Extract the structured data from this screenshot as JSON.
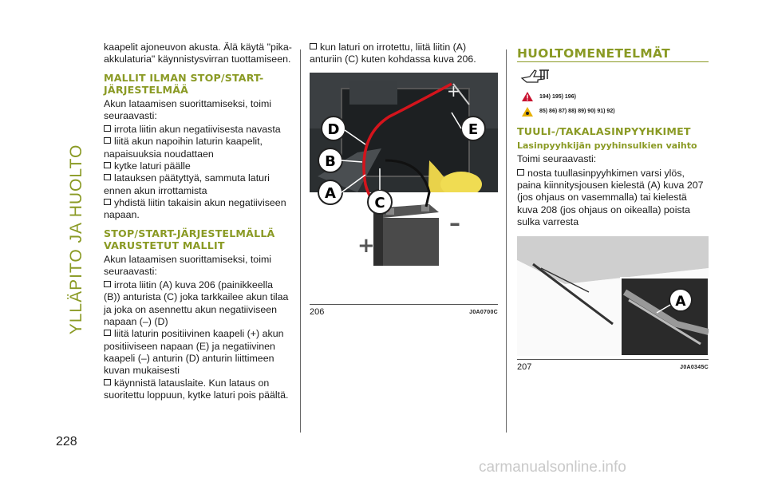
{
  "chapter_title": "YLLÄPITO JA HUOLTO",
  "page_number": "228",
  "col1": {
    "intro": "kaapelit ajoneuvon akusta. Älä käytä \"pika-akkulaturia\" käynnistysvirran tuottamiseen.",
    "h_no_ss": "MALLIT ILMAN STOP/START-JÄRJESTELMÄÄ",
    "p_no_ss": "Akun lataamisen suorittamiseksi, toimi seuraavasti:",
    "bullets_no_ss": [
      "irrota liitin akun negatiivisesta navasta",
      "liitä akun napoihin laturin kaapelit, napaisuuksia noudattaen",
      "kytke laturi päälle",
      "latauksen päätyttyä, sammuta laturi ennen akun irrottamista",
      "yhdistä liitin takaisin akun negatiiviseen napaan."
    ],
    "h_ss": "STOP/START-JÄRJESTELMÄLLÄ VARUSTETUT MALLIT",
    "p_ss": "Akun lataamisen suorittamiseksi, toimi seuraavasti:",
    "bullets_ss": [
      "irrota liitin (A) kuva 206 (painikkeella (B)) anturista (C) joka tarkkailee akun tilaa ja joka on asennettu akun negatiiviseen napaan (–) (D)",
      "liitä laturin positiivinen kaapeli (+) akun positiiviseen napaan (E) ja negatiivinen kaapeli (–) anturin (D) anturin liittimeen kuvan mukaisesti",
      "käynnistä latauslaite. Kun lataus on suoritettu loppuun, kytke laturi pois päältä."
    ]
  },
  "col2": {
    "bullet": "kun laturi on irrotettu, liitä liitin (A) anturiin (C) kuten kohdassa kuva 206.",
    "fig_num": "206",
    "fig_code": "J0A0700C",
    "labels": {
      "A": "A",
      "B": "B",
      "C": "C",
      "D": "D",
      "E": "E",
      "plus": "+",
      "minus": "–"
    }
  },
  "col3": {
    "section": "HUOLTOMENETELMÄT",
    "warn_refs": "194) 195) 196)",
    "note_refs": "85) 86) 87) 88) 89) 90) 91) 92)",
    "h_wipers": "TUULI-/TAKALASINPYYHKIMET",
    "sub_wipers": "Lasinpyyhkijän pyyhinsulkien vaihto",
    "p_wipers": "Toimi seuraavasti:",
    "bullet": "nosta tuullasinpyyhkimen varsi ylös, paina kiinnitysjousen kielestä (A) kuva 207 (jos ohjaus on vasemmalla) tai kielestä kuva 208 (jos ohjaus on oikealla) poista sulka varresta",
    "fig_num": "207",
    "fig_code": "J0A0345C",
    "label_a": "A"
  },
  "watermark": "carmanualsonline.info",
  "colors": {
    "accent": "#8a9a24",
    "warn": "#c8102e",
    "note": "#e8b000"
  },
  "icons": [
    "checkbox-icon",
    "service-hand-icon",
    "warning-triangle-icon",
    "note-triangle-icon"
  ]
}
